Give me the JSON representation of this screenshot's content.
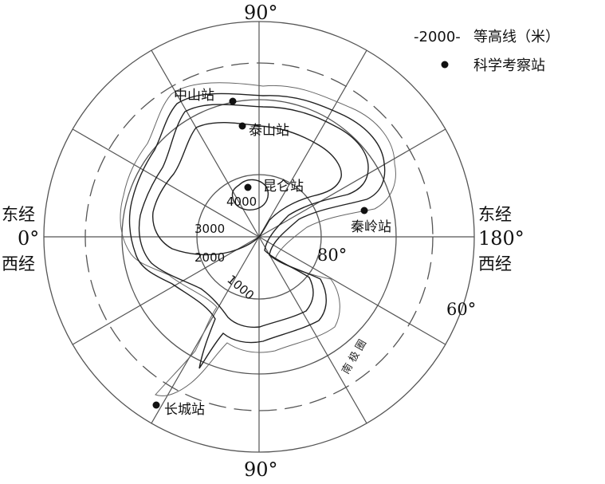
{
  "map": {
    "top_label": "90°",
    "bottom_label": "90°",
    "left_label": {
      "east": "东经",
      "lon": "0°",
      "west": "西经"
    },
    "right_label": {
      "east": "东经",
      "lon": "180°",
      "west": "西经"
    },
    "lat_80": "80°",
    "lat_60": "60°",
    "antarctic_circle": "南 极 圈",
    "legend": {
      "contour_sample": "-2000-",
      "contour_text": "等高线（米）",
      "station_text": "科学考察站"
    },
    "contours": [
      "4000",
      "3000",
      "2000",
      "1000"
    ],
    "stations": [
      {
        "name": "中山站"
      },
      {
        "name": "泰山站"
      },
      {
        "name": "昆仑站"
      },
      {
        "name": "秦岭站"
      },
      {
        "name": "长城站"
      }
    ]
  }
}
